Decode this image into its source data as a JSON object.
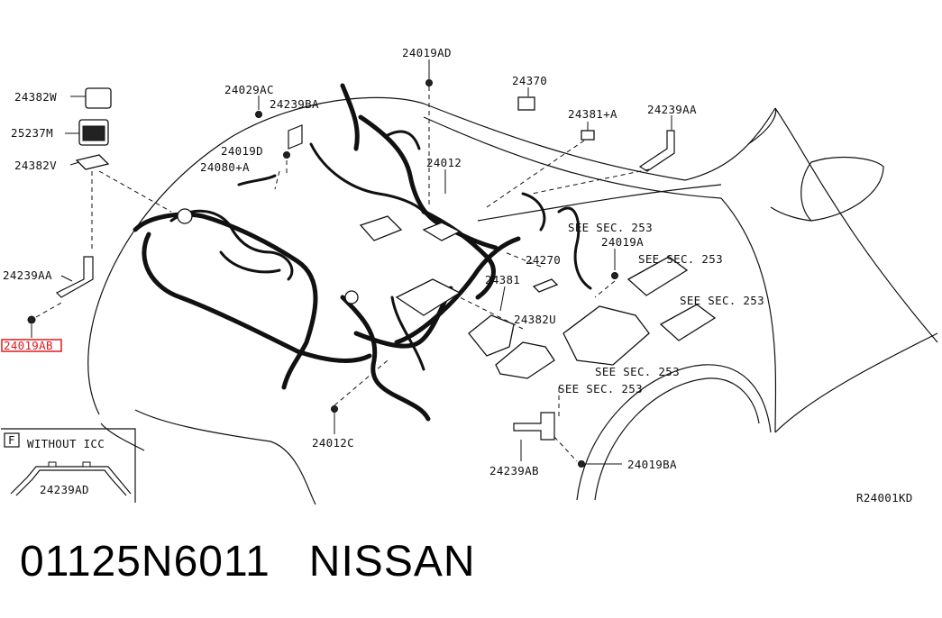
{
  "callouts": {
    "c24382W": "24382W",
    "c25237M": "25237M",
    "c24382V": "24382V",
    "c24239AA_left": "24239AA",
    "c24019AB": "24019AB",
    "c24029AC": "24029AC",
    "c24239BA": "24239BA",
    "c24019D": "24019D",
    "c24080A": "24080+A",
    "c24019AD": "24019AD",
    "c24370": "24370",
    "c24381A": "24381+A",
    "c24239AA_right": "24239AA",
    "c24012": "24012",
    "see253_1": "SEE SEC. 253",
    "c24019A": "24019A",
    "see253_2": "SEE SEC. 253",
    "c24270": "24270",
    "c24381": "24381",
    "c24382U": "24382U",
    "see253_3": "SEE SEC. 253",
    "see253_4": "SEE SEC. 253",
    "see253_5": "SEE SEC. 253",
    "c24012C": "24012C",
    "c24239AB": "24239AB",
    "c24019BA": "24019BA"
  },
  "inset": {
    "tag": "F",
    "title": "WITHOUT ICC",
    "part": "24239AD"
  },
  "drawing_ref": "R24001KD",
  "caption": "01125N6011   NISSAN",
  "colors": {
    "highlight": "#e0191d",
    "line": "#111111"
  }
}
